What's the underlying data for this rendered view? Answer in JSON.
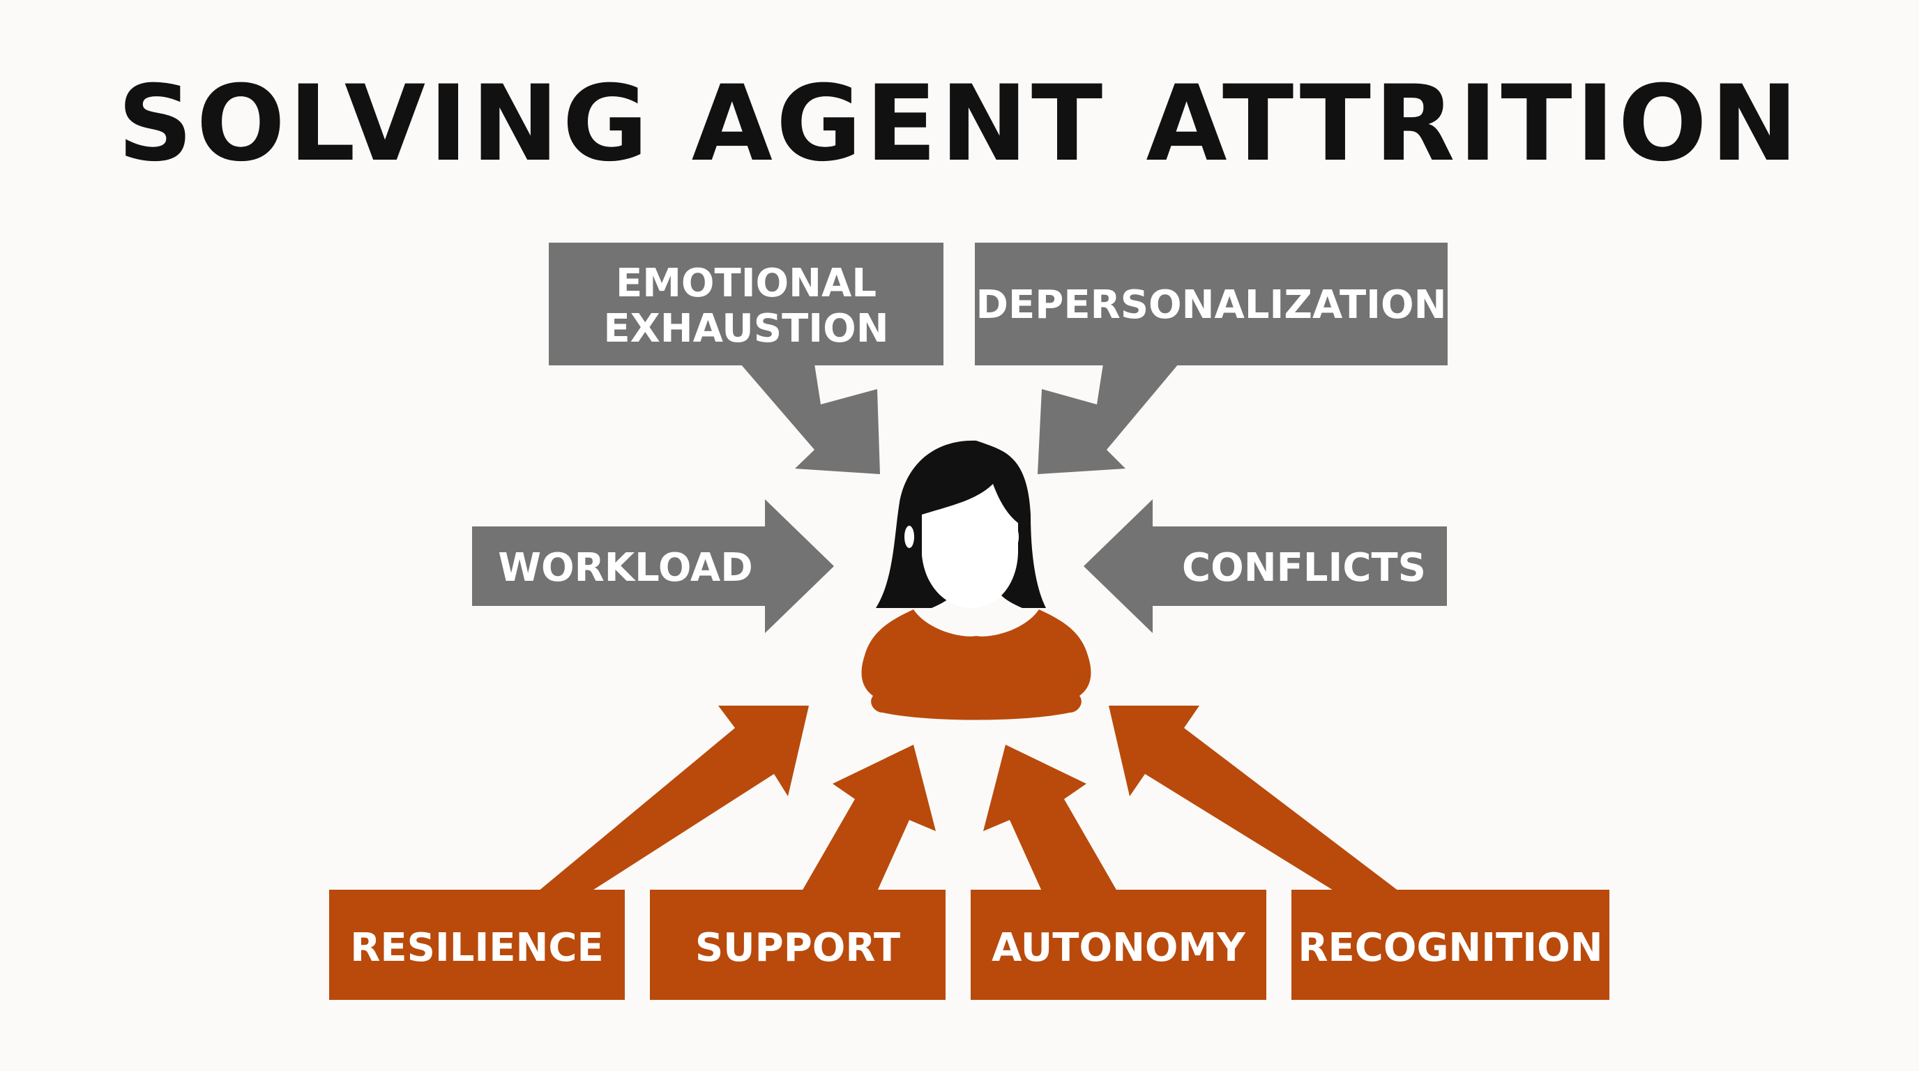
{
  "title": "SOLVING AGENT ATTRITION",
  "colors": {
    "background": "#fbfaf8",
    "title": "#111111",
    "stressor": "#737373",
    "support_factor": "#b94a0c",
    "person_hair": "#111111",
    "person_body": "#b94a0c",
    "label_text": "#ffffff"
  },
  "center": {
    "icon": "person-icon"
  },
  "stressors": [
    {
      "id": "emotional-exhaustion",
      "lines": [
        "EMOTIONAL",
        "EXHAUSTION"
      ]
    },
    {
      "id": "depersonalization",
      "lines": [
        "DEPERSONALIZATION"
      ]
    },
    {
      "id": "workload",
      "lines": [
        "WORKLOAD"
      ]
    },
    {
      "id": "conflicts",
      "lines": [
        "CONFLICTS"
      ]
    }
  ],
  "supports": [
    {
      "id": "resilience",
      "label": "RESILIENCE"
    },
    {
      "id": "support",
      "label": "SUPPORT"
    },
    {
      "id": "autonomy",
      "label": "AUTONOMY"
    },
    {
      "id": "recognition",
      "label": "RECOGNITION"
    }
  ]
}
